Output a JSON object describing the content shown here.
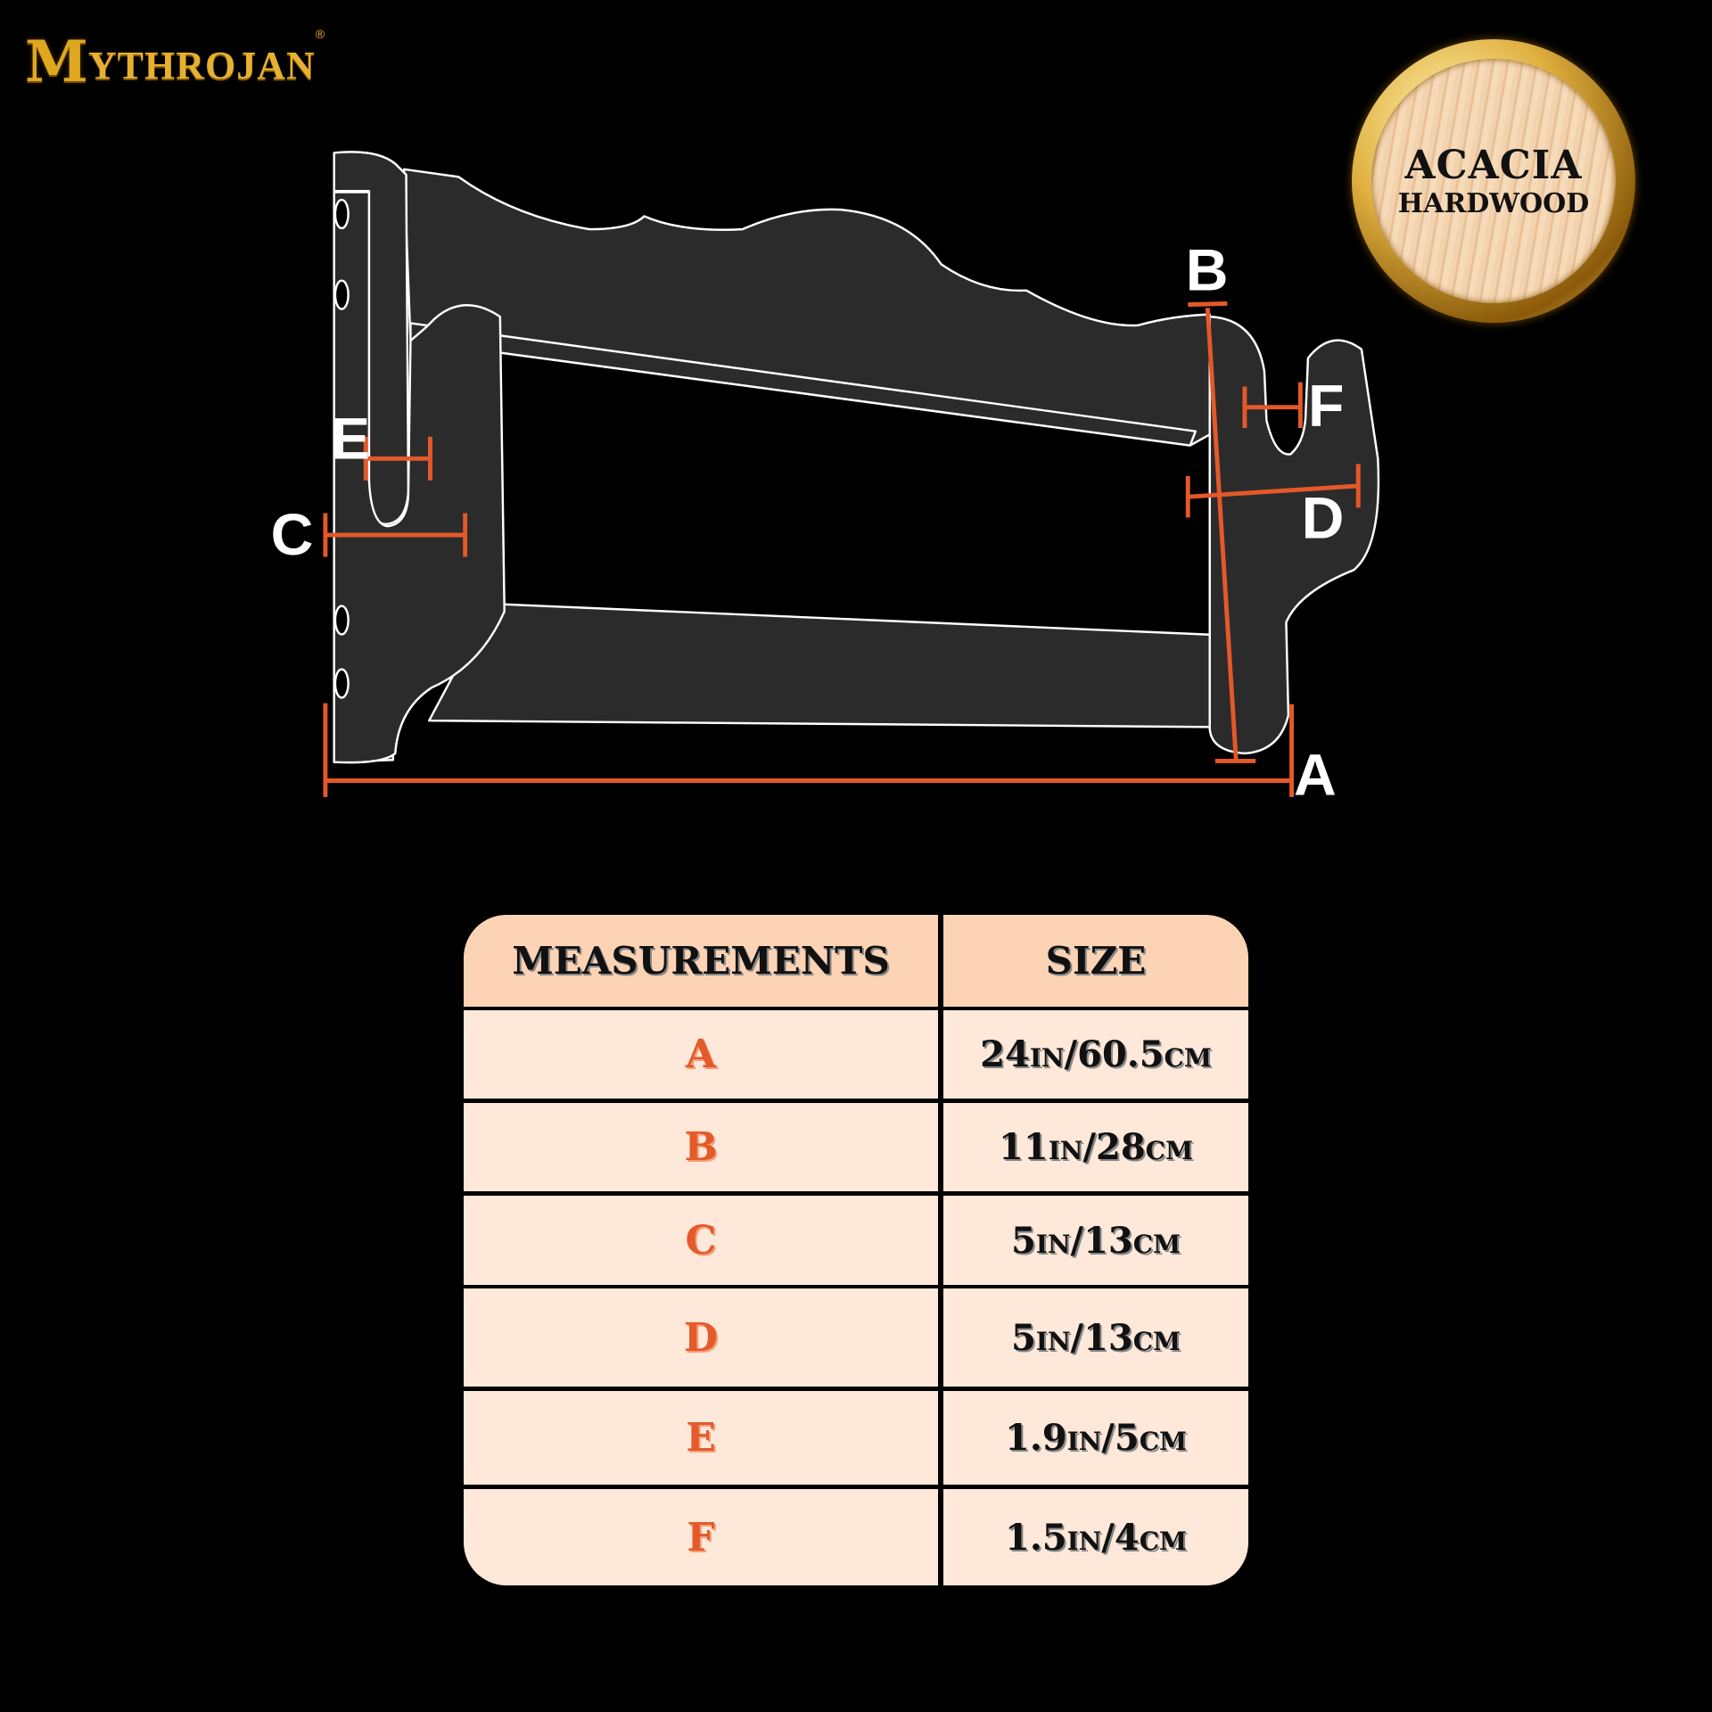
{
  "brand": {
    "logo_initial": "M",
    "logo_rest": "YTHROJAN",
    "registered": "®"
  },
  "badge": {
    "line1": "ACACIA",
    "line2": "HARDWOOD"
  },
  "diagram": {
    "labels": {
      "a": "A",
      "b": "B",
      "c": "C",
      "d": "D",
      "e": "E",
      "f": "F"
    },
    "line_color": "#e4582a",
    "outline_color": "#ffffff",
    "fill_color": "#2b2b2b"
  },
  "table": {
    "headers": [
      "MEASUREMENTS",
      "SIZE"
    ],
    "rows": [
      {
        "label": "A",
        "size": "24in/60.5cm"
      },
      {
        "label": "B",
        "size": "11in/28cm"
      },
      {
        "label": "C",
        "size": "5in/13cm"
      },
      {
        "label": "D",
        "size": "5in/13cm"
      },
      {
        "label": "E",
        "size": "1.9in/5cm"
      },
      {
        "label": "F",
        "size": "1.5in/4cm"
      }
    ]
  }
}
